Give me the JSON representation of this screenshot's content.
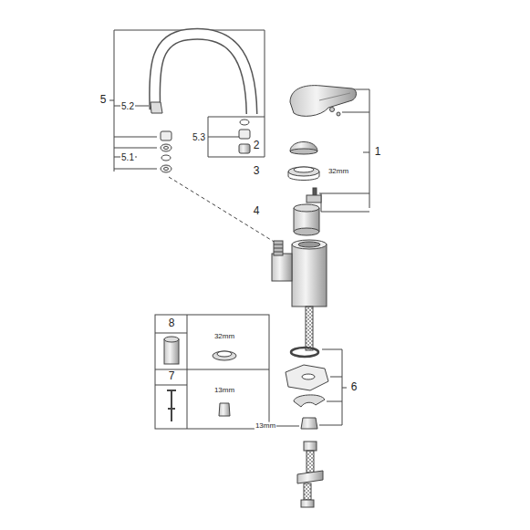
{
  "diagram": {
    "labels": [
      "5",
      "5.2",
      "5.3",
      "5.1",
      "2",
      "3",
      "32mm",
      "1",
      "4",
      "6",
      "8",
      "32mm",
      "7",
      "13mm",
      "13mm"
    ]
  }
}
